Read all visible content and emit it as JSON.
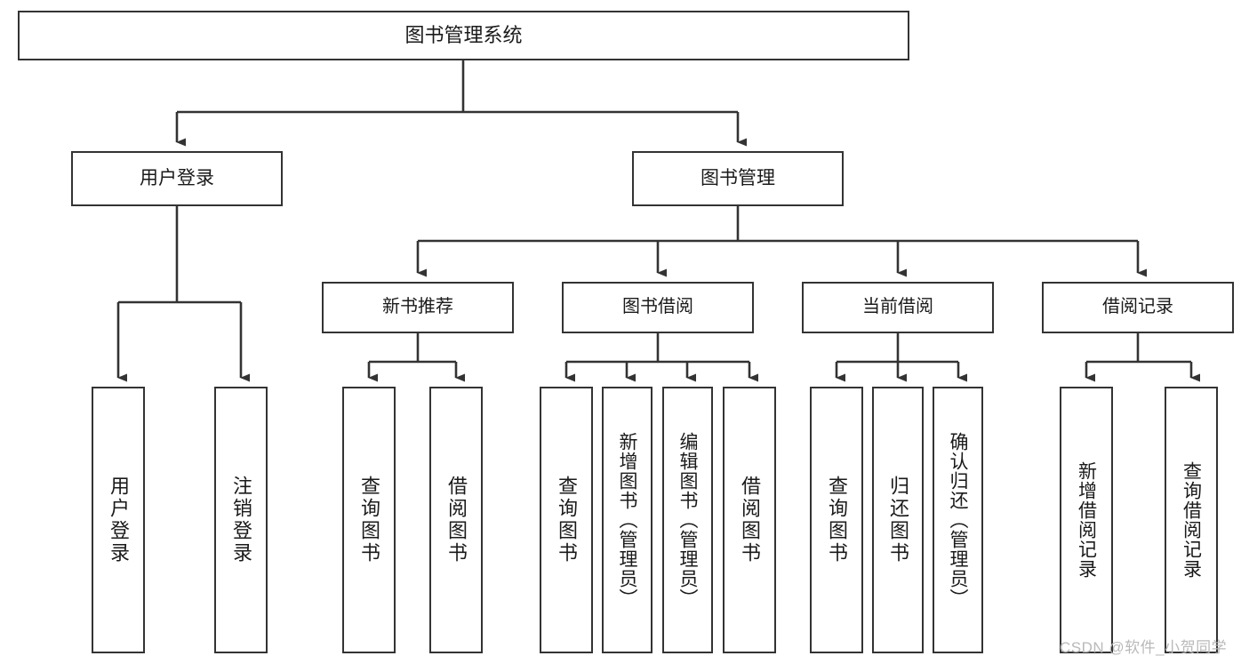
{
  "diagram": {
    "title": "图书管理系统",
    "type": "tree-hierarchy-diagram",
    "root": {
      "label": "图书管理系统"
    },
    "level1": [
      {
        "label": "用户登录"
      },
      {
        "label": "图书管理"
      }
    ],
    "level2": [
      {
        "label": "新书推荐"
      },
      {
        "label": "图书借阅"
      },
      {
        "label": "当前借阅"
      },
      {
        "label": "借阅记录"
      }
    ],
    "leaves": {
      "user_login": [
        {
          "label": "用户登录"
        },
        {
          "label": "注销登录"
        }
      ],
      "new_book_recommend": [
        {
          "label": "查询图书"
        },
        {
          "label": "借阅图书"
        }
      ],
      "book_borrow": [
        {
          "label": "查询图书"
        },
        {
          "label": "新增图书（管理员）"
        },
        {
          "label": "编辑图书（管理员）"
        },
        {
          "label": "借阅图书"
        }
      ],
      "current_borrow": [
        {
          "label": "查询图书"
        },
        {
          "label": "归还图书"
        },
        {
          "label": "确认归还（管理员）"
        }
      ],
      "borrow_record": [
        {
          "label": "新增借阅记录"
        },
        {
          "label": "查询借阅记录"
        }
      ]
    }
  },
  "watermark": {
    "text": "CSDN @软件_小贺同学"
  },
  "colors": {
    "stroke": "#333333",
    "box_fill": "#ffffff",
    "text": "#1a1a1a",
    "watermark": "#b9b9b9"
  }
}
